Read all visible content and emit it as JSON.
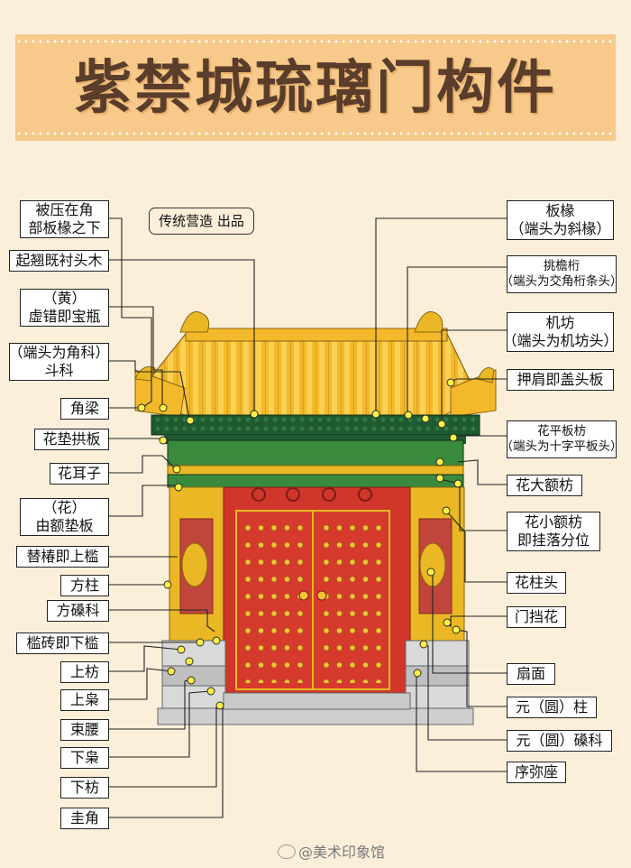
{
  "title": "紫禁城琉璃门构件",
  "credit": "传统营造 出品",
  "watermark": "@美术印象馆",
  "colors": {
    "roof": "#f4b92a",
    "green": "#3a8a3e",
    "dark_green": "#1f5a30",
    "red": "#d0362a",
    "gold": "#e9b824",
    "stone": "#c9c9c9",
    "banner": "#f7c98a",
    "dot": "#fff14a"
  },
  "labels_left": [
    {
      "id": "beiyazaijiao",
      "text": "被压在角\n部板椽之下"
    },
    {
      "id": "qiqiao",
      "text": "起翘既衬头木"
    },
    {
      "id": "xucuo",
      "text": "（黄）\n虚错即宝瓶"
    },
    {
      "id": "dougong",
      "text": "（端头为角科）\n斗科"
    },
    {
      "id": "jiaoliang",
      "text": "角梁"
    },
    {
      "id": "huadian",
      "text": "花垫拱板"
    },
    {
      "id": "huaerzi",
      "text": "花耳子"
    },
    {
      "id": "youe",
      "text": "（花）\n由额垫板"
    },
    {
      "id": "tichun",
      "text": "替椿即上槛"
    },
    {
      "id": "fangzhu",
      "text": "方柱"
    },
    {
      "id": "fangsang",
      "text": "方磉科"
    },
    {
      "id": "kanzhuan",
      "text": "槛砖即下槛"
    },
    {
      "id": "shangfang",
      "text": "上枋"
    },
    {
      "id": "shangxiao",
      "text": "上枭"
    },
    {
      "id": "shuyao",
      "text": "束腰"
    },
    {
      "id": "xiaxiao",
      "text": "下枭"
    },
    {
      "id": "xiafang",
      "text": "下枋"
    },
    {
      "id": "guijiao",
      "text": "圭角"
    }
  ],
  "labels_right": [
    {
      "id": "banchuan",
      "text": "板椽\n（端头为斜椽）"
    },
    {
      "id": "tiaoyan",
      "text": "挑檐桁\n（端头为交角桁条头）"
    },
    {
      "id": "jifang",
      "text": "机坊\n（端头为机坊头）"
    },
    {
      "id": "yajian",
      "text": "押肩即盖头板"
    },
    {
      "id": "huaping",
      "text": "花平板枋\n（端头为十字平板头）"
    },
    {
      "id": "huadae",
      "text": "花大额枋"
    },
    {
      "id": "huaxiaoe",
      "text": "花小额枋\n即挂落分位"
    },
    {
      "id": "huazhutou",
      "text": "花柱头"
    },
    {
      "id": "mendanghua",
      "text": "门挡花"
    },
    {
      "id": "shanmian",
      "text": "扇面"
    },
    {
      "id": "yuanzhu",
      "text": "元（圆）柱"
    },
    {
      "id": "yuansang",
      "text": "元（圆）磉科"
    },
    {
      "id": "xumizuo",
      "text": "序弥座"
    }
  ]
}
